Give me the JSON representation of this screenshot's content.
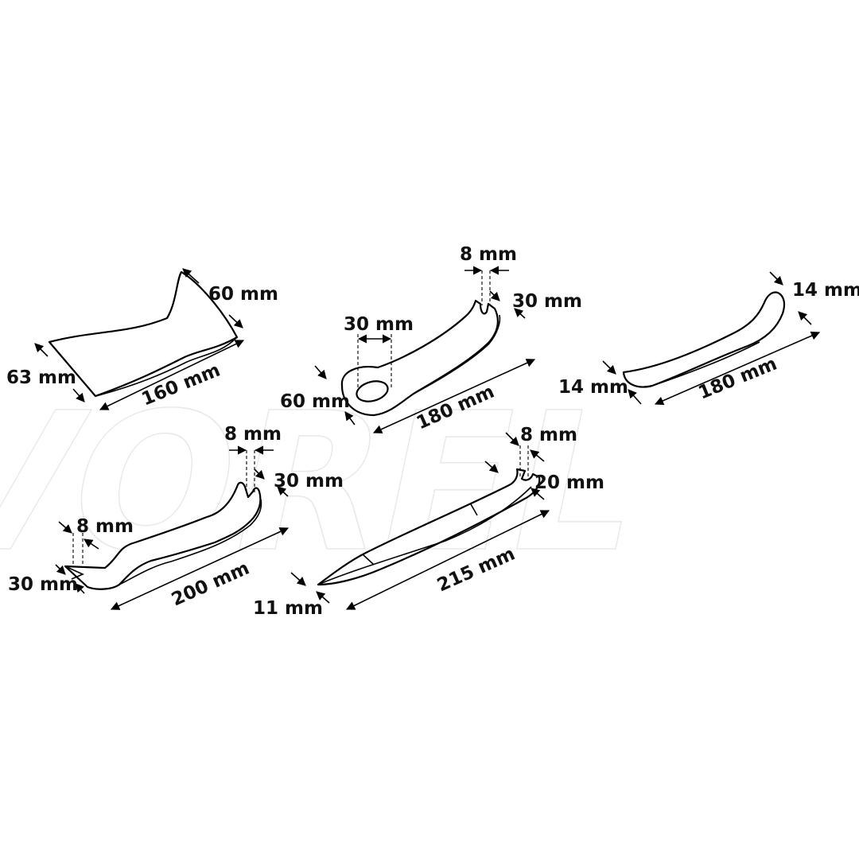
{
  "watermark": {
    "text": "VOREL"
  },
  "tools": [
    {
      "name": "wide-pry-panel",
      "dims": {
        "width": "60 mm",
        "height": "63 mm",
        "length": "160 mm"
      }
    },
    {
      "name": "ring-handle-pry",
      "dims": {
        "slot": "8 mm",
        "tip": "30 mm",
        "ring": "30 mm",
        "height": "60 mm",
        "length": "180 mm"
      }
    },
    {
      "name": "narrow-pry-spoon",
      "dims": {
        "tip": "14 mm",
        "base": "14 mm",
        "length": "180 mm"
      }
    },
    {
      "name": "double-fork-pry",
      "dims": {
        "slot_top": "8 mm",
        "tip_top": "30 mm",
        "slot_bottom": "8 mm",
        "tip_bottom": "30 mm",
        "length": "200 mm"
      }
    },
    {
      "name": "flat-wedge-fork",
      "dims": {
        "slot": "8 mm",
        "tip": "20 mm",
        "base": "11 mm",
        "length": "215 mm"
      }
    }
  ]
}
